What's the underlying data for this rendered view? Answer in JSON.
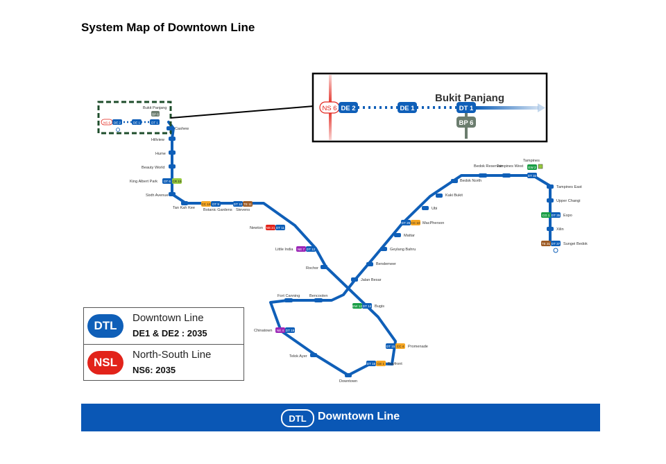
{
  "title": "System Map of Downtown Line",
  "inset": {
    "station": "Bukit Panjang",
    "codes": {
      "ns": "NS 6",
      "de2": "DE 2",
      "de1": "DE 1",
      "dt": "DT 1",
      "bp": "BP 6"
    }
  },
  "mini_codes": {
    "ns": "NS 6",
    "de2": "DE 2",
    "de1": "DE 1",
    "dt": "DT 1",
    "bp": "BP 6"
  },
  "stations": [
    {
      "id": "bukit-panjang",
      "name": "Bukit Panjang"
    },
    {
      "id": "cashew",
      "name": "Cashew"
    },
    {
      "id": "hillview",
      "name": "Hillview"
    },
    {
      "id": "hume",
      "name": "Hume"
    },
    {
      "id": "beauty-world",
      "name": "Beauty World"
    },
    {
      "id": "king-albert-park",
      "name": "King Albert Park"
    },
    {
      "id": "sixth-avenue",
      "name": "Sixth Avenue"
    },
    {
      "id": "tan-kah-kee",
      "name": "Tan Kah Kee"
    },
    {
      "id": "botanic-gardens",
      "name": "Botanic Gardens"
    },
    {
      "id": "stevens",
      "name": "Stevens"
    },
    {
      "id": "newton",
      "name": "Newton"
    },
    {
      "id": "little-india",
      "name": "Little India"
    },
    {
      "id": "rochor",
      "name": "Rochor"
    },
    {
      "id": "bugis",
      "name": "Bugis"
    },
    {
      "id": "promenade",
      "name": "Promenade"
    },
    {
      "id": "bayfront",
      "name": "Bayfront"
    },
    {
      "id": "downtown",
      "name": "Downtown"
    },
    {
      "id": "telok-ayer",
      "name": "Telok Ayer"
    },
    {
      "id": "chinatown",
      "name": "Chinatown"
    },
    {
      "id": "fort-canning",
      "name": "Fort Canning"
    },
    {
      "id": "bencoolen",
      "name": "Bencoolen"
    },
    {
      "id": "jalan-besar",
      "name": "Jalan Besar"
    },
    {
      "id": "bendemeer",
      "name": "Bendemeer"
    },
    {
      "id": "geylang-bahru",
      "name": "Geylang Bahru"
    },
    {
      "id": "mattar",
      "name": "Mattar"
    },
    {
      "id": "macpherson",
      "name": "MacPherson"
    },
    {
      "id": "ubi",
      "name": "Ubi"
    },
    {
      "id": "kaki-bukit",
      "name": "Kaki Bukit"
    },
    {
      "id": "bedok-north",
      "name": "Bedok North"
    },
    {
      "id": "bedok-reservoir",
      "name": "Bedok Reservoir"
    },
    {
      "id": "tampines-west",
      "name": "Tampines West"
    },
    {
      "id": "tampines",
      "name": "Tampines"
    },
    {
      "id": "tampines-east",
      "name": "Tampines East"
    },
    {
      "id": "upper-changi",
      "name": "Upper Changi"
    },
    {
      "id": "expo",
      "name": "Expo"
    },
    {
      "id": "xilin",
      "name": "Xilin"
    },
    {
      "id": "sungei-bedok",
      "name": "Sungei Bedok"
    }
  ],
  "codes": {
    "king_albert_park": {
      "dt": "DT 6",
      "cr": "CR 15"
    },
    "botanic_gardens": {
      "cc": "CC 19",
      "dt": "DT 9"
    },
    "stevens": {
      "dt": "DT 10",
      "te": "TE 11"
    },
    "newton": {
      "ns": "NS 21",
      "dt": "DT 11"
    },
    "little_india": {
      "ne": "NE 7",
      "dt": "DT 12"
    },
    "bugis": {
      "ew": "EW 12",
      "dt": "DT 14"
    },
    "promenade": {
      "dt": "DT 15",
      "cc": "CC 4"
    },
    "bayfront": {
      "dt": "DT 16",
      "ce": "CE 1"
    },
    "chinatown": {
      "ne": "NE 4",
      "dt": "DT 19"
    },
    "macpherson": {
      "dt": "DT 26",
      "cc": "CC 10"
    },
    "tampines": {
      "ew": "EW 2",
      "dt": "DT 32"
    },
    "expo": {
      "cg": "CG 1",
      "dt": "DT 35"
    },
    "sungei_bedok": {
      "te": "TE 31",
      "dt": "DT 37"
    }
  },
  "legend": {
    "dtl": {
      "abbr": "DTL",
      "name": "Downtown Line",
      "detail": "DE1 & DE2 : 2035"
    },
    "nsl": {
      "abbr": "NSL",
      "name": "North-South Line",
      "detail": "NS6: 2035"
    }
  },
  "banner": {
    "abbr": "DTL",
    "name": "Downtown Line"
  },
  "colors": {
    "dtl": "#0f5fb8",
    "nsl": "#e2231a",
    "ccl": "#f5a623",
    "tel": "#9d5b25",
    "ewl": "#1a9e46",
    "nel": "#9b26b6",
    "crl": "#97c93d",
    "bpl": "#6b7d6e",
    "inset_border": "#1e4d2b"
  }
}
